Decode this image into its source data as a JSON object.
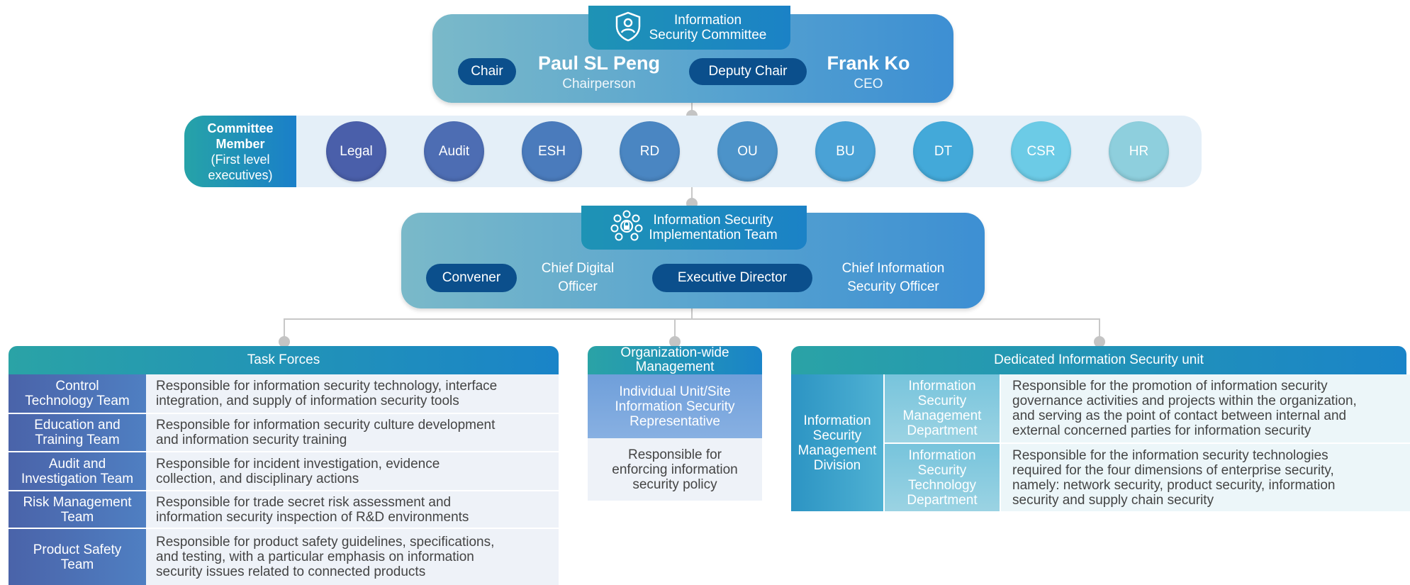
{
  "committee": {
    "title": "Information Security Committee",
    "title_line1": "Information",
    "title_line2": "Security Committee",
    "icon": "shield-person-icon",
    "chair_label": "Chair",
    "chair_name": "Paul SL Peng",
    "chair_title": "Chairperson",
    "deputy_label": "Deputy Chair",
    "deputy_name": "Frank Ko",
    "deputy_title": "CEO"
  },
  "members": {
    "label_bold": "Committee Member",
    "label_line1": "Committee",
    "label_line2": "Member",
    "label_line3": "(First level",
    "label_line4": "executives)",
    "items": [
      {
        "label": "Legal",
        "color": "#4a5faa"
      },
      {
        "label": "Audit",
        "color": "#4d6db3"
      },
      {
        "label": "ESH",
        "color": "#4a7bbc"
      },
      {
        "label": "RD",
        "color": "#4a86c2"
      },
      {
        "label": "OU",
        "color": "#4c93c9"
      },
      {
        "label": "BU",
        "color": "#4aa2d6"
      },
      {
        "label": "DT",
        "color": "#43a9d9"
      },
      {
        "label": "CSR",
        "color": "#6ccbe6"
      },
      {
        "label": "HR",
        "color": "#8ecfdd"
      }
    ]
  },
  "implementation": {
    "title_line1": "Information Security",
    "title_line2": "Implementation Team",
    "icon": "network-lock-icon",
    "convener_label": "Convener",
    "convener_line1": "Chief Digital",
    "convener_line2": "Officer",
    "exec_label": "Executive Director",
    "exec_line1": "Chief Information",
    "exec_line2": "Security Officer"
  },
  "task_forces": {
    "title": "Task Forces",
    "rows": [
      {
        "name1": "Control",
        "name2": "Technology Team",
        "desc1": "Responsible for information security technology, interface",
        "desc2": "integration, and supply of information security tools",
        "desc3": ""
      },
      {
        "name1": "Education and",
        "name2": "Training Team",
        "desc1": "Responsible for information security culture development",
        "desc2": "and information security training",
        "desc3": ""
      },
      {
        "name1": "Audit and",
        "name2": "Investigation Team",
        "desc1": "Responsible for incident investigation, evidence",
        "desc2": "collection, and disciplinary actions",
        "desc3": ""
      },
      {
        "name1": "Risk Management",
        "name2": "Team",
        "desc1": "Responsible for trade secret risk assessment and",
        "desc2": "information security inspection of R&D environments",
        "desc3": ""
      },
      {
        "name1": "Product Safety",
        "name2": "Team",
        "desc1": "Responsible for product safety guidelines, specifications,",
        "desc2": "and testing, with a particular emphasis on information",
        "desc3": "security issues related to connected products"
      }
    ]
  },
  "org_wide": {
    "title_line1": "Organization-wide",
    "title_line2": "Management",
    "rep_line1": "Individual Unit/Site",
    "rep_line2": "Information Security",
    "rep_line3": "Representative",
    "desc_line1": "Responsible for",
    "desc_line2": "enforcing information",
    "desc_line3": "security policy"
  },
  "dedicated": {
    "title": "Dedicated Information Security unit",
    "division_line1": "Information",
    "division_line2": "Security",
    "division_line3": "Management",
    "division_line4": "Division",
    "depts": [
      {
        "l1": "Information",
        "l2": "Security",
        "l3": "Management",
        "l4": "Department",
        "d1": "Responsible for the promotion of information security",
        "d2": "governance activities and projects within the organization,",
        "d3": "and serving as the point of contact between internal and",
        "d4": "external concerned parties for information security"
      },
      {
        "l1": "Information",
        "l2": "Security",
        "l3": "Technology",
        "l4": "Department",
        "d1": "Responsible for the information security technologies",
        "d2": "required for the four dimensions of enterprise security,",
        "d3": "namely: network security, product security, information",
        "d4": "security and supply chain security"
      }
    ]
  }
}
